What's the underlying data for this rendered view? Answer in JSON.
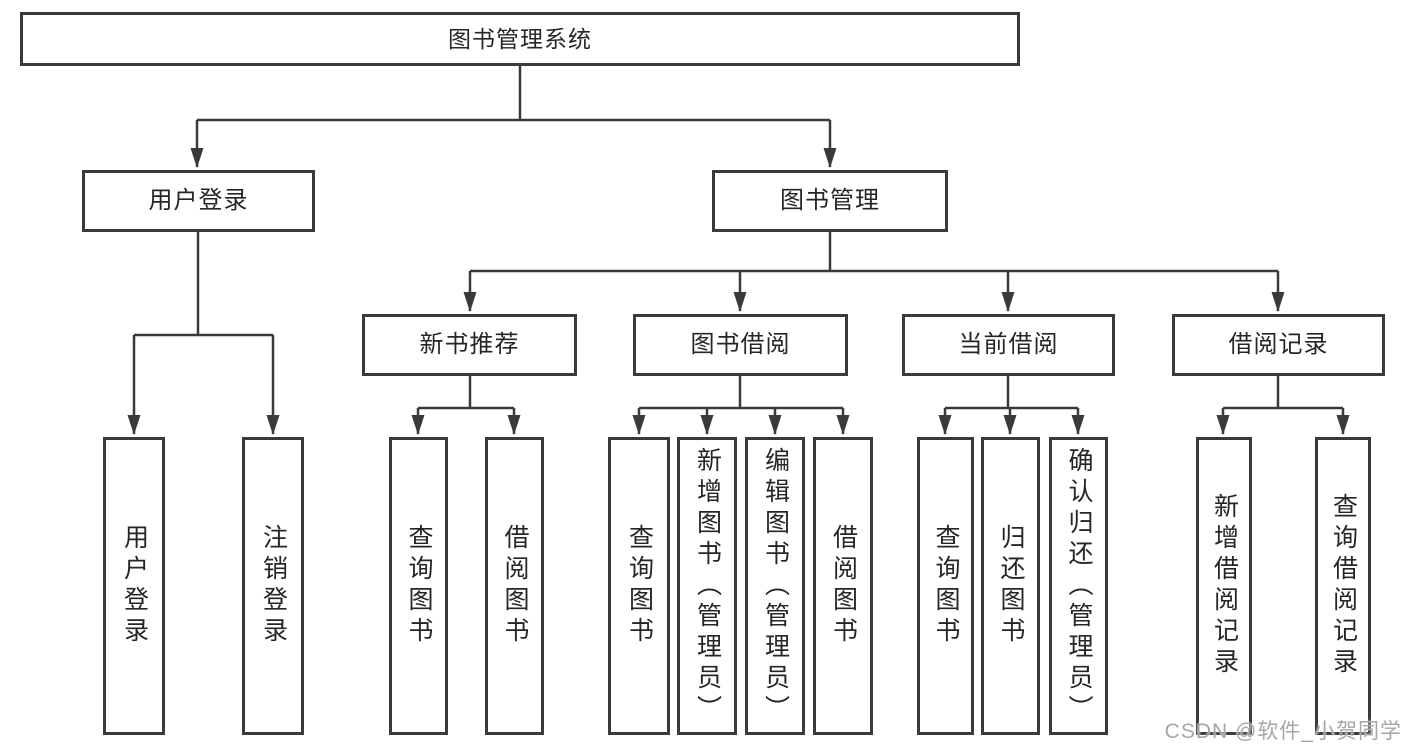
{
  "watermark": "CSDN @软件_小贺同学",
  "colors": {
    "box_border": "#3a3a3a",
    "connector_line": "#3a3a3a",
    "text": "#262626",
    "watermark_text": "#a6a6a6",
    "background": "#ffffff"
  },
  "tree": {
    "root": {
      "label": "图书管理系统"
    },
    "branches": [
      {
        "label": "用户登录",
        "children": [
          {
            "label": "用户登录"
          },
          {
            "label": "注销登录"
          }
        ]
      },
      {
        "label": "图书管理",
        "children": [
          {
            "label": "新书推荐",
            "children": [
              {
                "label": "查询图书"
              },
              {
                "label": "借阅图书"
              }
            ]
          },
          {
            "label": "图书借阅",
            "children": [
              {
                "label": "查询图书"
              },
              {
                "label": "新增图书（管理员）"
              },
              {
                "label": "编辑图书（管理员）"
              },
              {
                "label": "借阅图书"
              }
            ]
          },
          {
            "label": "当前借阅",
            "children": [
              {
                "label": "查询图书"
              },
              {
                "label": "归还图书"
              },
              {
                "label": "确认归还（管理员）"
              }
            ]
          },
          {
            "label": "借阅记录",
            "children": [
              {
                "label": "新增借阅记录"
              },
              {
                "label": "查询借阅记录"
              }
            ]
          }
        ]
      }
    ]
  }
}
